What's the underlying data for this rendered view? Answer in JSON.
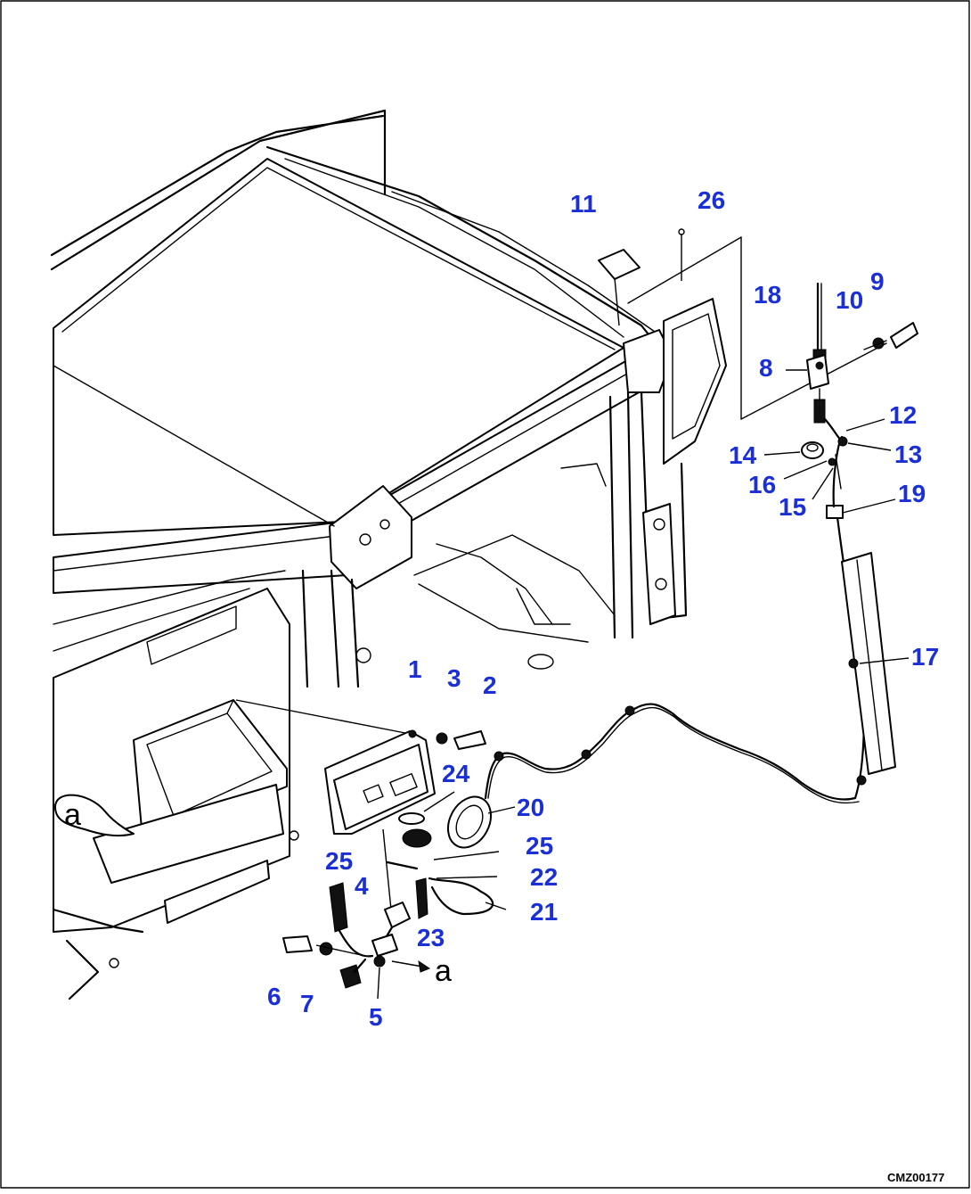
{
  "drawing": {
    "code": "CMZ00177",
    "callouts": [
      {
        "id": "c1",
        "label": "1"
      },
      {
        "id": "c2",
        "label": "2"
      },
      {
        "id": "c3",
        "label": "3"
      },
      {
        "id": "c4",
        "label": "4"
      },
      {
        "id": "c5",
        "label": "5"
      },
      {
        "id": "c6",
        "label": "6"
      },
      {
        "id": "c7",
        "label": "7"
      },
      {
        "id": "c8",
        "label": "8"
      },
      {
        "id": "c9",
        "label": "9"
      },
      {
        "id": "c10",
        "label": "10"
      },
      {
        "id": "c11",
        "label": "11"
      },
      {
        "id": "c12",
        "label": "12"
      },
      {
        "id": "c13",
        "label": "13"
      },
      {
        "id": "c14",
        "label": "14"
      },
      {
        "id": "c15",
        "label": "15"
      },
      {
        "id": "c16",
        "label": "16"
      },
      {
        "id": "c17",
        "label": "17"
      },
      {
        "id": "c18",
        "label": "18"
      },
      {
        "id": "c19",
        "label": "19"
      },
      {
        "id": "c20",
        "label": "20"
      },
      {
        "id": "c21",
        "label": "21"
      },
      {
        "id": "c22",
        "label": "22"
      },
      {
        "id": "c23",
        "label": "23"
      },
      {
        "id": "c24",
        "label": "24"
      },
      {
        "id": "c25a",
        "label": "25"
      },
      {
        "id": "c25b",
        "label": "25"
      },
      {
        "id": "c26",
        "label": "26"
      }
    ],
    "reference_marks": [
      {
        "id": "ra1",
        "label": "a"
      },
      {
        "id": "ra2",
        "label": "a"
      }
    ],
    "colors": {
      "callout": "#1a2fd6",
      "line": "#000000",
      "background": "#ffffff"
    }
  }
}
